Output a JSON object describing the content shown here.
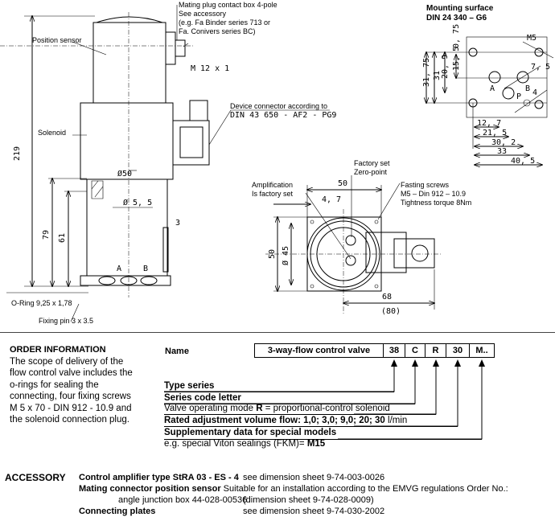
{
  "drawing": {
    "mating_plug": [
      "Mating plug contact box 4-pole",
      "See accessory",
      "(e.g. Fa Binder series 713 or",
      "Fa. Conivers series BC)"
    ],
    "m12": "M 12 x 1",
    "position_sensor": "Position sensor",
    "device_connector": [
      "Device connector according to",
      "DIN 43 650 - AF2 - PG9"
    ],
    "solenoid": "Solenoid",
    "dim_219": "219",
    "dim_79": "79",
    "dim_61": "61",
    "dim_d50": "Ø50",
    "dim_d5_5": "Ø 5, 5",
    "dim_3": "3",
    "port_a": "A",
    "port_b": "B",
    "oring": "O-Ring 9,25 x 1,78",
    "fixing_pin": "Fixing pin 3 x 3.5",
    "factory_set": [
      "Factory set",
      "Zero-point"
    ],
    "amplification": [
      "Amplification",
      "Is factory set"
    ],
    "fasting_screws": [
      "Fasting screws",
      "M5 – Din 912 – 10.9",
      "Tightness torque 8Nm"
    ],
    "dim_50_top": "50",
    "dim_4_7": "4, 7",
    "dim_50_side": "50",
    "dim_d45": "Ø 45",
    "dim_68": "68",
    "dim_80": "(80)"
  },
  "mounting": {
    "title": [
      "Mounting surface",
      "DIN 24 340 – G6"
    ],
    "dims_v": [
      "31, 75",
      "31",
      "20, 9",
      "15, 5",
      "0, 75"
    ],
    "dims_h": [
      "12, 7",
      "21, 5",
      "30, 2",
      "33",
      "40, 5"
    ],
    "m5": "M5",
    "d7_5": "7, 5",
    "d4": "4",
    "ports": [
      "A",
      "B",
      "P"
    ]
  },
  "order": {
    "heading": "ORDER INFORMATION",
    "text": [
      "The scope of delivery of the",
      "flow control valve includes the",
      "o-rings for sealing the",
      "connecting, four fixing screws",
      "M 5 x 70 - DIN 912 - 10.9 and",
      "the solenoid connection plug."
    ],
    "name_label": "Name",
    "codes": [
      "3-way-flow control valve",
      "38",
      "C",
      "R",
      "30",
      "M.."
    ],
    "rows": {
      "type_series": "Type series",
      "series_code": "Series code letter",
      "mode_a": "Valve operating mode ",
      "mode_b": "R",
      "mode_c": " = proportional-control solenoid",
      "flow_a": "Rated adjustment volume flow: 1,0; 3,0; 9,0; 20; 30",
      "flow_b": " l/min",
      "supp": "Supplementary data for special models",
      "viton_a": " e.g. special Viton sealings (FKM)=  ",
      "viton_b": "M15"
    }
  },
  "accessory": {
    "heading": "ACCESSORY",
    "amp": "Control amplifier type StRA 03 - ES - 4",
    "amp_ref": "see dimension sheet 9-74-003-0026",
    "mating": "Mating connector position sensor",
    "mating_text": " Suitable for an installation according to the EMVG regulations Order No.:",
    "junction": "angle junction box 44-028-00536",
    "junction_ref": "(dimension sheet 9-74-028-0009)",
    "plates": "Connecting plates",
    "plates_ref": "see dimension sheet 9-74-030-2002"
  }
}
